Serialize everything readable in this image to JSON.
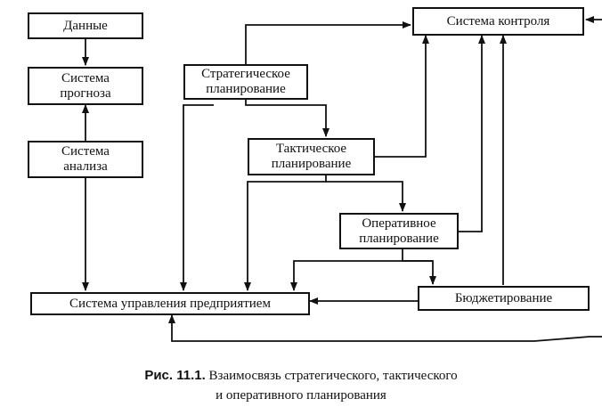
{
  "boxes": {
    "data": "Данные",
    "forecast": "Система\nпрогноза",
    "analysis": "Система\nанализа",
    "strategic": "Стратегическое\nпланирование",
    "tactical": "Тактическое\nпланирование",
    "operational": "Оперативное\nпланирование",
    "control": "Система контроля",
    "management": "Система управления предприятием",
    "budgeting": "Бюджетирование"
  },
  "caption": {
    "label": "Рис. 11.1.",
    "line1": "Взаимосвязь стратегического, тактического",
    "line2": "и оперативного планирования"
  }
}
